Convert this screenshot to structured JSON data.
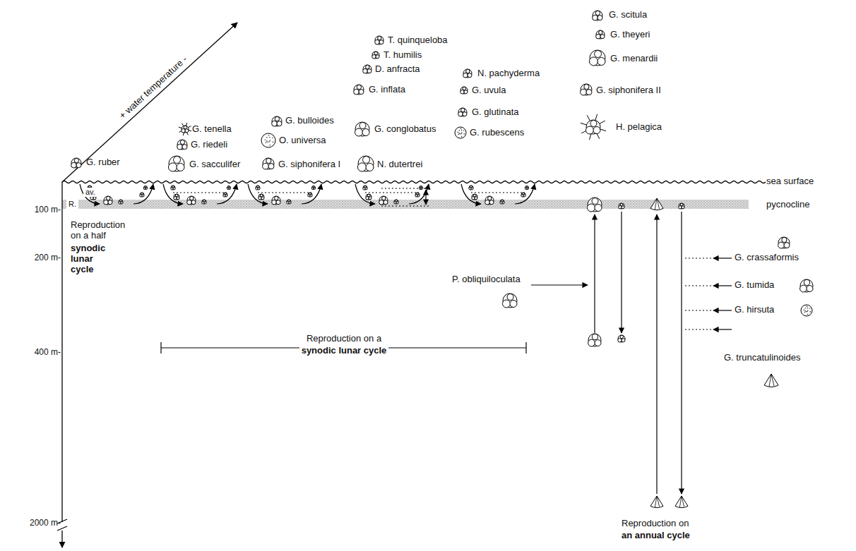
{
  "diagram": {
    "labels": [
      "+ water temperature -",
      "G. ruber",
      "G. tenella",
      "G. riedeli",
      "G. sacculifer",
      "G. bulloides",
      "O. universa",
      "G. siphonifera I",
      "T. quinqueloba",
      "T. humilis",
      "D. anfracta",
      "G. inflata",
      "G. conglobatus",
      "N. dutertrei",
      "N. pachyderma",
      "G. uvula",
      "G. glutinata",
      "G. rubescens",
      "G. scitula",
      "G. theyeri",
      "G. menardii",
      "G. siphonifera II",
      "H. pelagica",
      "sea surface",
      "av.",
      "R.",
      "pycnocline",
      "100 m-",
      "200 m-",
      "400 m-",
      "2000 m-",
      "Reproduction on a half",
      "synodic lunar cycle",
      "Reproduction on a",
      "synodic lunar cycle",
      "P. obliquiloculata",
      "G. crassaformis",
      "G. tumida",
      "G. hirsuta",
      "G. truncatulinoides",
      "Reproduction on",
      "an annual cycle"
    ]
  }
}
